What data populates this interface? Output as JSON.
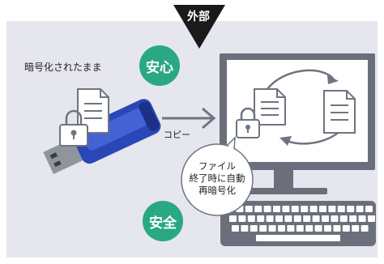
{
  "labels": {
    "outside": "外部",
    "encrypted_as_is": "暗号化されたまま",
    "copy": "コピー",
    "bubble_lines": [
      "ファイル",
      "終了時に自動",
      "再暗号化"
    ]
  },
  "badges": {
    "relief": "安心",
    "safe": "安全"
  },
  "colors": {
    "panel_bg": "#e6e7ee",
    "badge_green": "#2aa884",
    "arrow_gray": "#6f7480",
    "monitor_gray": "#6b6f7b",
    "usb_blue": "#2a47b8",
    "usb_metal": "#8f959c"
  },
  "icons": [
    "usb-drive-icon",
    "document-icon",
    "padlock-icon",
    "sync-arrows-icon",
    "monitor-icon",
    "keyboard-icon",
    "speech-bubble-icon"
  ]
}
